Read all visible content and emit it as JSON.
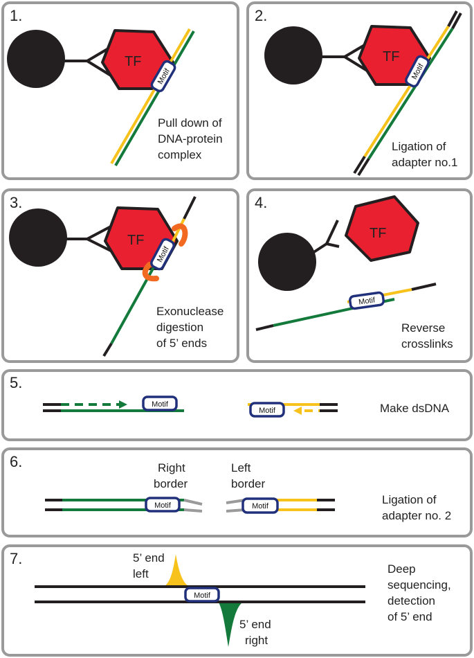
{
  "panels": [
    {
      "number": "1.",
      "caption": [
        "Pull down of",
        "DNA-protein",
        "complex"
      ]
    },
    {
      "number": "2.",
      "caption": [
        "Ligation of",
        "adapter no.1"
      ]
    },
    {
      "number": "3.",
      "caption": [
        "Exonuclease",
        "digestion",
        "of 5’ ends"
      ]
    },
    {
      "number": "4.",
      "caption": [
        "Reverse",
        "crosslinks"
      ]
    },
    {
      "number": "5.",
      "caption": [
        "Make dsDNA"
      ]
    },
    {
      "number": "6.",
      "caption": [
        "Ligation of",
        "adapter no. 2"
      ],
      "right_label": [
        "Right",
        "border"
      ],
      "left_label": [
        "Left",
        "border"
      ]
    },
    {
      "number": "7.",
      "caption": [
        "Deep",
        "sequencing,",
        "detection",
        "of 5’ end"
      ],
      "top_peak": [
        "5’ end",
        "left"
      ],
      "bottom_peak": [
        "5’ end",
        "right"
      ]
    }
  ],
  "labels": {
    "tf": "TF",
    "motif": "Motif"
  },
  "colors": {
    "yellow": "#f7c21b",
    "green": "#137a3c",
    "tf_red": "#e8202f",
    "motif_blue": "#21307a",
    "black": "#231f20",
    "orange": "#f26a21",
    "gray": "#9a9a9a"
  }
}
